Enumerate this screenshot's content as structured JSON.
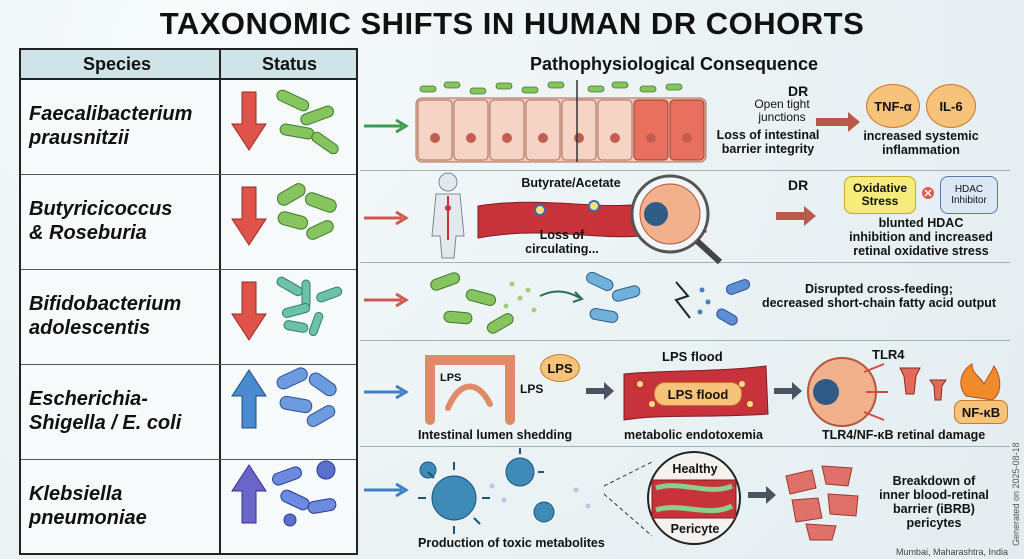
{
  "title": "TAXONOMIC SHIFTS IN HUMAN DR COHORTS",
  "table": {
    "col_species": "Species",
    "col_status": "Status",
    "col_consequence": "Pathophysiological Consequence"
  },
  "rows": [
    {
      "species_line1": "Faecalibacterium",
      "species_line2": "prausnitzii",
      "status": "decreased",
      "arrow_color": "#d9534f",
      "labels": {
        "dr": "DR",
        "tight_junctions_1": "Open tight",
        "tight_junctions_2": "junctions",
        "barrier_1": "Loss of intestinal",
        "barrier_2": "barrier integrity",
        "cytokine_1": "TNF-α",
        "cytokine_2": "IL-6",
        "outcome_1": "increased systemic",
        "outcome_2": "inflammation"
      }
    },
    {
      "species_line1": "Butyricicoccus",
      "species_line2": "& Roseburia",
      "status": "decreased",
      "arrow_color": "#d9534f",
      "labels": {
        "metabolites": "Butyrate/Acetate",
        "loss_1": "Loss of",
        "loss_2": "circulating...",
        "dr": "DR",
        "oxidative_1": "Oxidative",
        "oxidative_2": "Stress",
        "hdac_1": "HDAC",
        "hdac_2": "Inhibitor",
        "outcome_1": "blunted HDAC",
        "outcome_2": "inhibition and increased",
        "outcome_3": "retinal oxidative stress"
      }
    },
    {
      "species_line1": "Bifidobacterium",
      "species_line2": "adolescentis",
      "status": "decreased",
      "arrow_color": "#d9534f",
      "labels": {
        "outcome_1": "Disrupted cross-feeding;",
        "outcome_2": "decreased short-chain fatty acid output"
      }
    },
    {
      "species_line1": "Escherichia-",
      "species_line2": "Shigella / E. coli",
      "status": "increased",
      "arrow_color": "#3f7fc4",
      "labels": {
        "lps": "LPS",
        "lps_a": "LPS",
        "lps_b": "LPS",
        "lps_flood_top": "LPS flood",
        "lps_flood_vessel": "LPS flood",
        "tlr4": "TLR4",
        "nfkb": "NF-κB",
        "caption_1": "Intestinal lumen shedding",
        "caption_2": "metabolic endotoxemia",
        "caption_3": "TLR4/NF-κB retinal damage"
      }
    },
    {
      "species_line1": "Klebsiella",
      "species_line2": "pneumoniae",
      "status": "increased",
      "arrow_color": "#5b62c4",
      "labels": {
        "healthy": "Healthy",
        "pericyte": "Pericyte",
        "caption": "Production of toxic metabolites",
        "outcome_1": "Breakdown of",
        "outcome_2": "inner blood-retinal",
        "outcome_3": "barrier (iBRB)",
        "outcome_4": "pericytes"
      }
    }
  ],
  "footer": {
    "location": "Mumbai, Maharashtra, India",
    "generated": "Generated on 2025-08-18"
  },
  "colors": {
    "decrease_arrow": "#d9534f",
    "increase_arrow": "#3f7fc4",
    "bacteria_green": "#7cbf5a",
    "bacteria_blue": "#5c8fd6",
    "tissue": "#f2c6b4",
    "vessel": "#c8323a"
  }
}
